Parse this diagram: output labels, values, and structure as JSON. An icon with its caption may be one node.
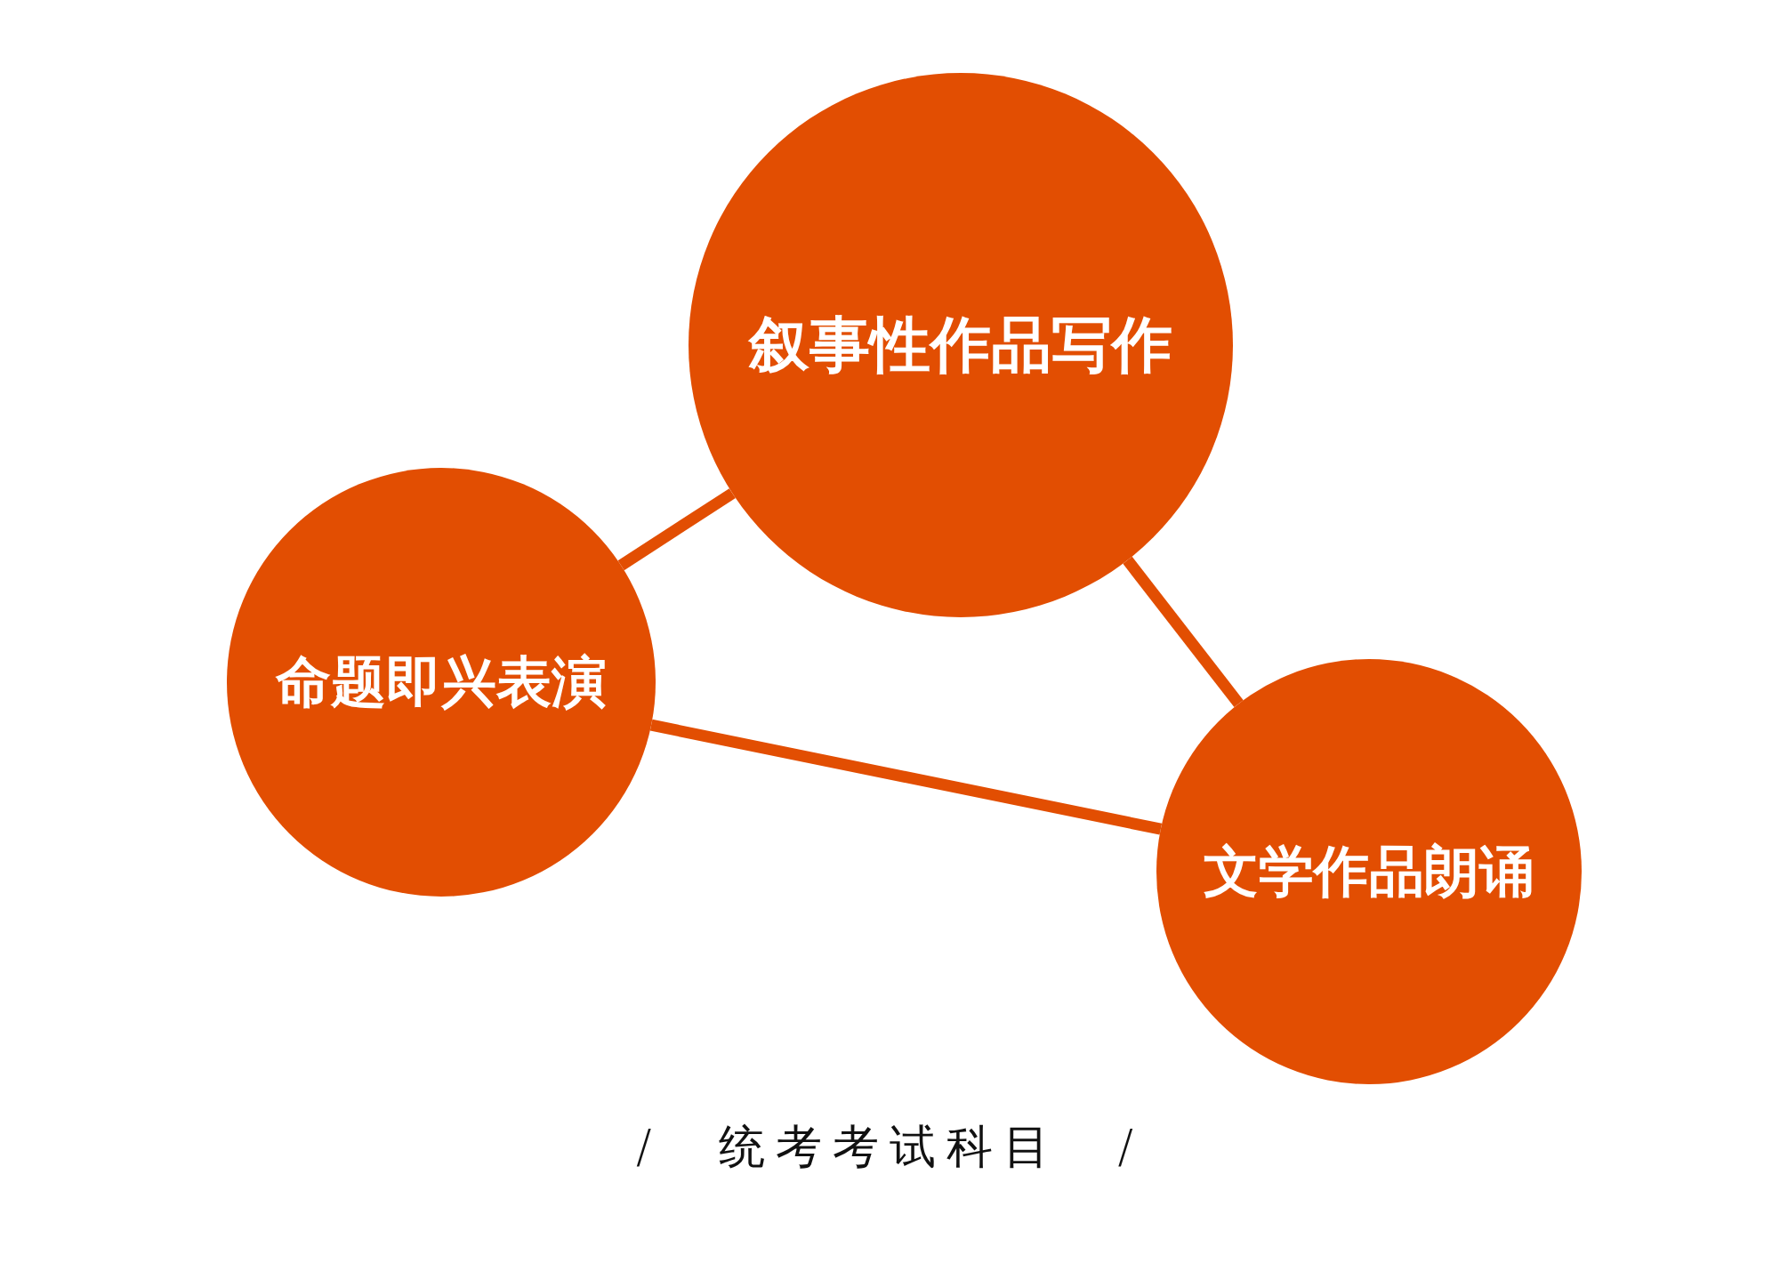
{
  "diagram": {
    "caption": "/　统考考试科目　/",
    "nodes": [
      {
        "text": [
          "叙事性作品写作"
        ]
      },
      {
        "text": [
          "命题即兴表演"
        ]
      },
      {
        "text": [
          "文学作品朗诵"
        ]
      }
    ],
    "edges": [
      {
        "from": 0,
        "to": 1,
        "arrow": "none"
      },
      {
        "from": 1,
        "to": 2,
        "arrow": "none"
      },
      {
        "from": 0,
        "to": 2,
        "arrow": "none"
      }
    ]
  }
}
